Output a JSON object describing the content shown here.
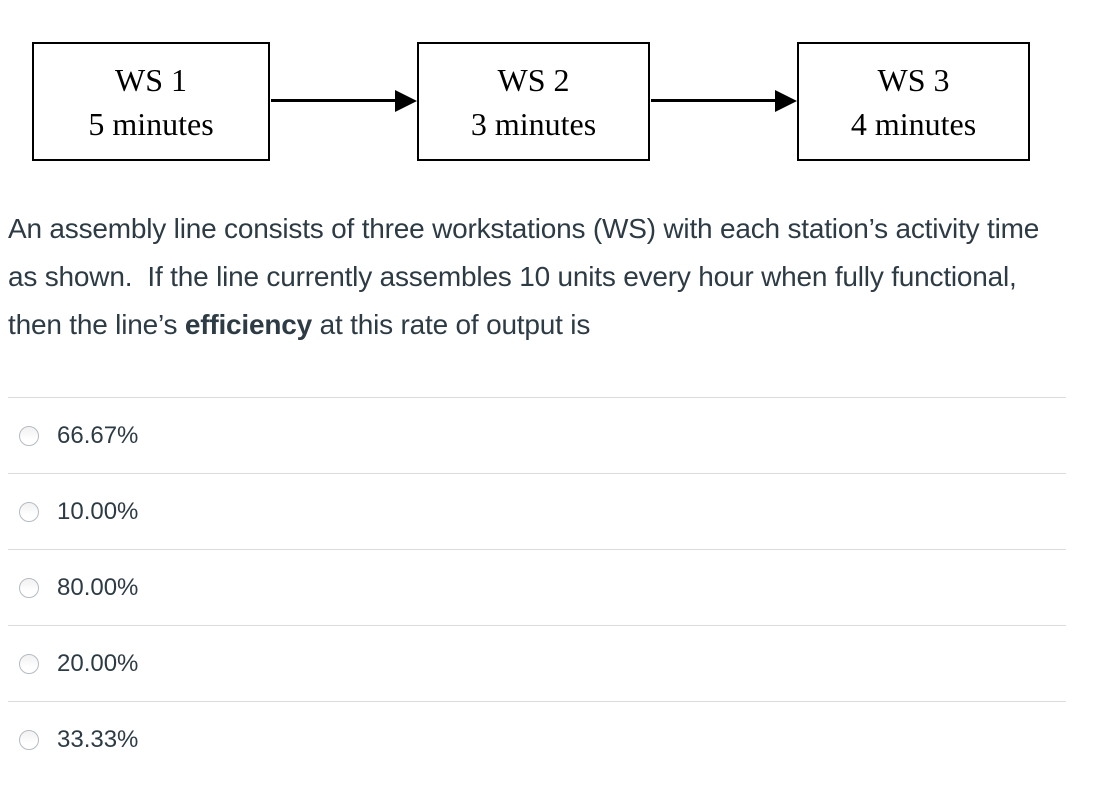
{
  "diagram": {
    "stations": [
      {
        "name": "WS 1",
        "time": "5 minutes"
      },
      {
        "name": "WS 2",
        "time": "3 minutes"
      },
      {
        "name": "WS 3",
        "time": "4 minutes"
      }
    ]
  },
  "question": {
    "segments": [
      {
        "text": "An assembly line consists of three workstations (WS) with each station’s activity time as shown.  If the line currently assembles 10 units every hour when fully functional, then the line’s ",
        "bold": false
      },
      {
        "text": "efficiency",
        "bold": true
      },
      {
        "text": " at this rate of output is",
        "bold": false
      }
    ]
  },
  "options": [
    {
      "label": "66.67%",
      "selected": false
    },
    {
      "label": "10.00%",
      "selected": false
    },
    {
      "label": "80.00%",
      "selected": false
    },
    {
      "label": "20.00%",
      "selected": false
    },
    {
      "label": "33.33%",
      "selected": false
    }
  ],
  "colors": {
    "text": "#2D3B45",
    "divider": "#dbdbdb",
    "radio_border": "#b5bcc2",
    "box_border": "#000000",
    "background": "#ffffff"
  }
}
